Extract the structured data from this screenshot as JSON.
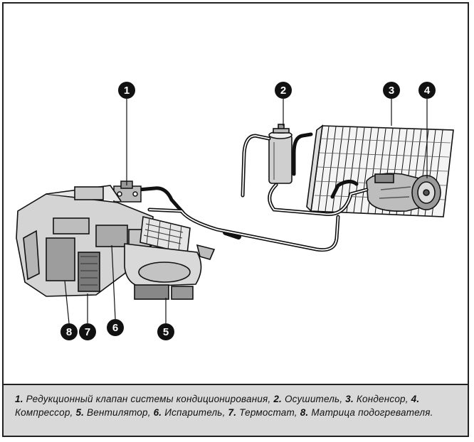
{
  "callouts": [
    "1",
    "2",
    "3",
    "4",
    "5",
    "6",
    "7",
    "8"
  ],
  "caption": [
    {
      "num": "1.",
      "text": " Редукционный клапан системы кондиционирования, "
    },
    {
      "num": "2.",
      "text": " Осушитель, "
    },
    {
      "num": "3.",
      "text": " Конденсор, "
    },
    {
      "num": "4.",
      "text": " Компрессор, "
    },
    {
      "num": "5.",
      "text": " Вентилятор, "
    },
    {
      "num": "6.",
      "text": " Испаритель, "
    },
    {
      "num": "7.",
      "text": " Термостат, "
    },
    {
      "num": "8.",
      "text": " Матрица подогревателя."
    }
  ]
}
